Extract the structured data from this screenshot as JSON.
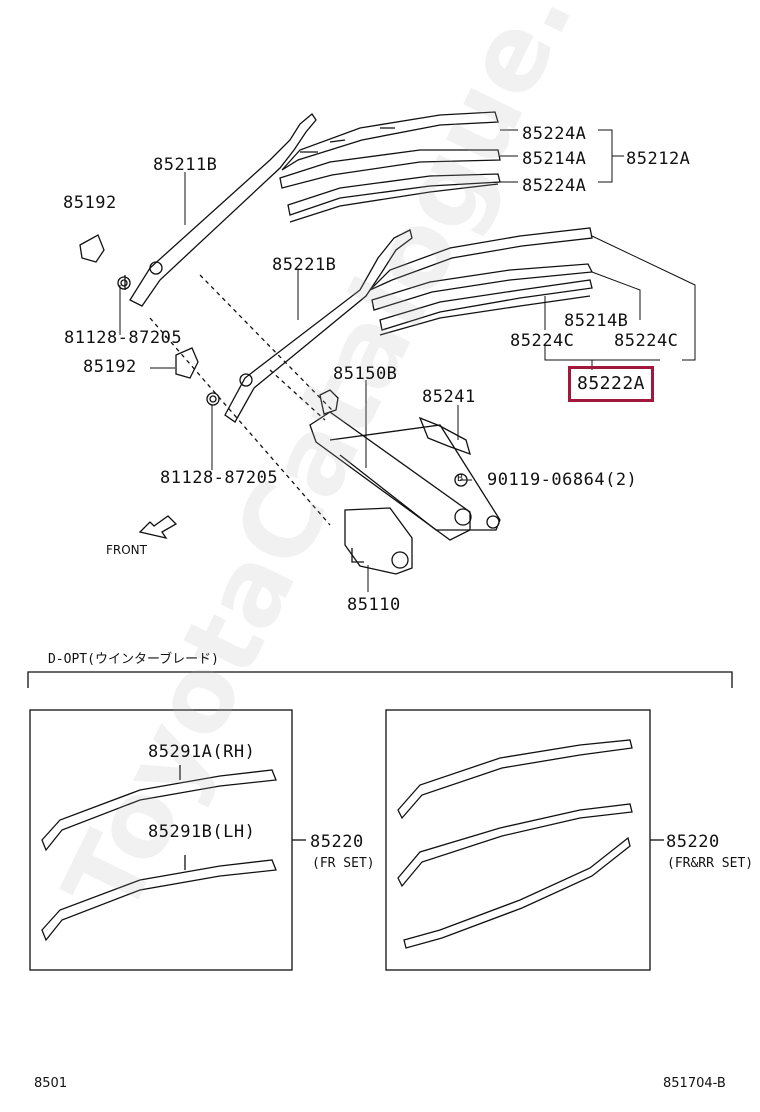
{
  "callouts": {
    "arm_rh": "85211B",
    "cap_upper": "85192",
    "nut_upper": "81128-87205",
    "arm_lh": "85221B",
    "cap_lower": "85192",
    "nut_lower": "81128-87205",
    "link": "85150B",
    "bracket": "85241",
    "bolt": "90119-06864(2)",
    "bolt_marker": "B",
    "motor": "85110",
    "front": "FRONT",
    "blade_a_top": "85224A",
    "blade_a_mid": "85214A",
    "blade_a_bot": "85224A",
    "blade_a_set": "85212A",
    "blade_b_mid": "85214B",
    "blade_b_left": "85224C",
    "blade_b_right": "85224C",
    "blade_b_set": "85222A"
  },
  "option_section": {
    "title": "D-OPT(ウインターブレード)",
    "left_box": {
      "rh": "85291A(RH)",
      "lh": "85291B(LH)",
      "set_code": "85220",
      "set_note": "(FR SET)"
    },
    "right_box": {
      "set_code": "85220",
      "set_note": "(FR&RR SET)"
    }
  },
  "footer": {
    "left": "8501",
    "right": "851704-B"
  },
  "watermark": "ToyotaCatalogue.ru",
  "colors": {
    "highlight": "#a0183b",
    "line": "#111111"
  }
}
